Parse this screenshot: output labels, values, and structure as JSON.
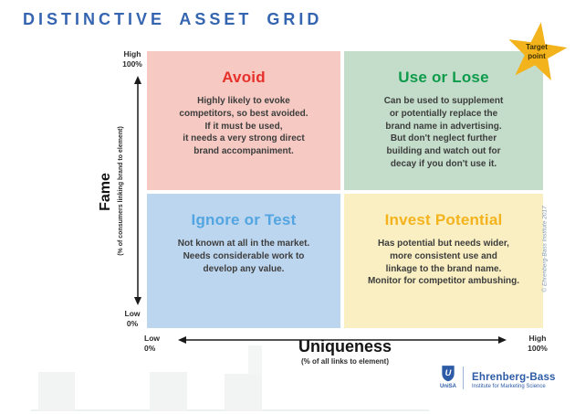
{
  "title": "DISTINCTIVE ASSET GRID",
  "colors": {
    "title_blue": "#3565b0",
    "avoid_bg": "#f6cac3",
    "avoid_heading": "#e63029",
    "use_or_lose_bg": "#c4ddcb",
    "use_or_lose_heading": "#0e9b4a",
    "ignore_or_test_bg": "#bdd6ef",
    "ignore_or_test_heading": "#52a5e0",
    "invest_potential_bg": "#f9efc2",
    "invest_potential_heading": "#f4b31d",
    "star_gold": "#f2b31c",
    "logo_blue": "#2d5ba6",
    "axis_black": "#1a1a1a"
  },
  "quadrants": [
    {
      "title": "Avoid",
      "body": "Highly likely to evoke\ncompetitors, so best avoided.\nIf it must be used,\nit needs a very strong direct\nbrand accompaniment."
    },
    {
      "title": "Use or Lose",
      "body": "Can be used to supplement\nor potentially replace the\nbrand name in advertising.\nBut don't neglect further\nbuilding and watch out for\ndecay if you don't use it."
    },
    {
      "title": "Ignore or Test",
      "body": "Not known at all in the market.\nNeeds considerable work to\ndevelop any value."
    },
    {
      "title": "Invest Potential",
      "body": "Has potential but needs wider,\nmore consistent use and\nlinkage to the brand name.\nMonitor for competitor ambushing."
    }
  ],
  "y_axis": {
    "label": "Fame",
    "sublabel": "(% of consumers linking brand to element)",
    "high_tick": "High\n100%",
    "low_tick": "Low\n0%"
  },
  "x_axis": {
    "label": "Uniqueness",
    "sublabel": "(% of all links to element)",
    "low_tick": "Low\n0%",
    "high_tick": "High\n100%"
  },
  "target_star": {
    "icon": "star-icon",
    "label": "Target\npoint"
  },
  "copyright": "© Ehrenberg-Bass Institute 2017",
  "footer_logo": {
    "shield_icon": "unisa-shield-icon",
    "shield_letter": "U",
    "wordmark": "UniSA",
    "org": "Ehrenberg-Bass",
    "tagline": "Institute for Marketing Science"
  }
}
